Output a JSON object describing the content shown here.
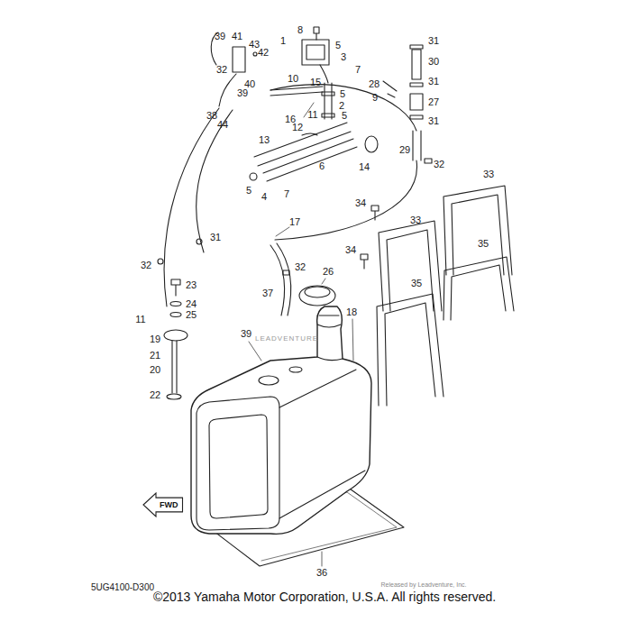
{
  "diagram": {
    "caption": "©2013 Yamaha Motor Corporation, U.S.A. All rights reserved.",
    "nodes": [
      {
        "text": [
          "FWD"
        ]
      }
    ],
    "labels": [
      "8",
      "39",
      "41",
      "1",
      "31",
      "43",
      "5",
      "42",
      "3",
      "30",
      "32",
      "7",
      "10",
      "15",
      "31",
      "28",
      "40",
      "39",
      "5",
      "9",
      "27",
      "2",
      "11",
      "5",
      "38",
      "16",
      "31",
      "44",
      "12",
      "13",
      "29",
      "32",
      "6",
      "14",
      "33",
      "5",
      "7",
      "4",
      "34",
      "33",
      "17",
      "31",
      "35",
      "34",
      "32",
      "32",
      "26",
      "23",
      "37",
      "35",
      "24",
      "18",
      "25",
      "11",
      "39",
      "19",
      "21",
      "20",
      "22",
      "LEADVENTURE",
      "36",
      "5UG4100-D300",
      "Released by Leadventure, Inc."
    ]
  }
}
